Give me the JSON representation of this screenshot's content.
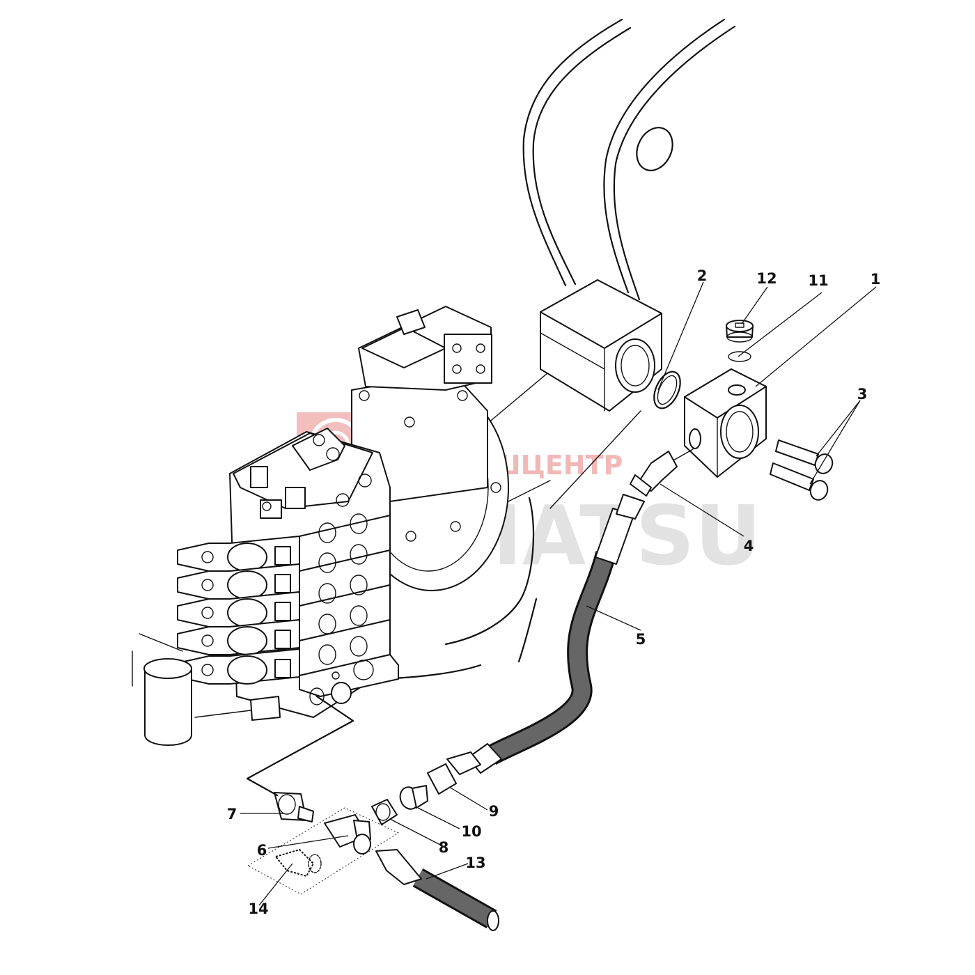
{
  "watermark": {
    "company": "ЛЕСМАШЦЕНТР",
    "brand": "KOMATSU"
  },
  "callouts": [
    "1",
    "2",
    "3",
    "4",
    "5",
    "6",
    "7",
    "8",
    "9",
    "10",
    "11",
    "12",
    "13",
    "14"
  ],
  "colors": {
    "line": "#111111",
    "hose": "#666666",
    "watermark_red": "#e88a8a",
    "watermark_gray": "#cccccc"
  }
}
